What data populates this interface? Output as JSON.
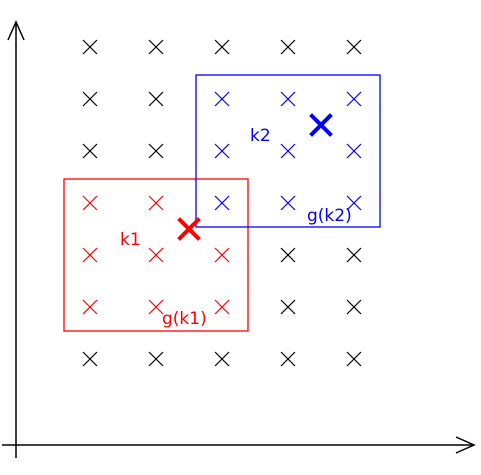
{
  "colors": {
    "grid_cross": "#000000",
    "axis": "#000000",
    "k1": "#ff0000",
    "k2": "#0000ff"
  },
  "grid": {
    "columns": 5,
    "rows": 7,
    "marker": "x-cross-icon"
  },
  "kernels": [
    {
      "id": "k1",
      "label": "k1",
      "region_label": "g(k1)",
      "color_key": "k1",
      "center_cell": [
        1.5,
        3.5
      ],
      "region_cells": {
        "col_from": 0,
        "col_to": 2,
        "row_from": 3,
        "row_to": 5
      }
    },
    {
      "id": "k2",
      "label": "k2",
      "region_label": "g(k2)",
      "color_key": "k2",
      "center_cell": [
        3.5,
        1.5
      ],
      "region_cells": {
        "col_from": 2,
        "col_to": 4,
        "row_from": 1,
        "row_to": 3
      }
    }
  ]
}
